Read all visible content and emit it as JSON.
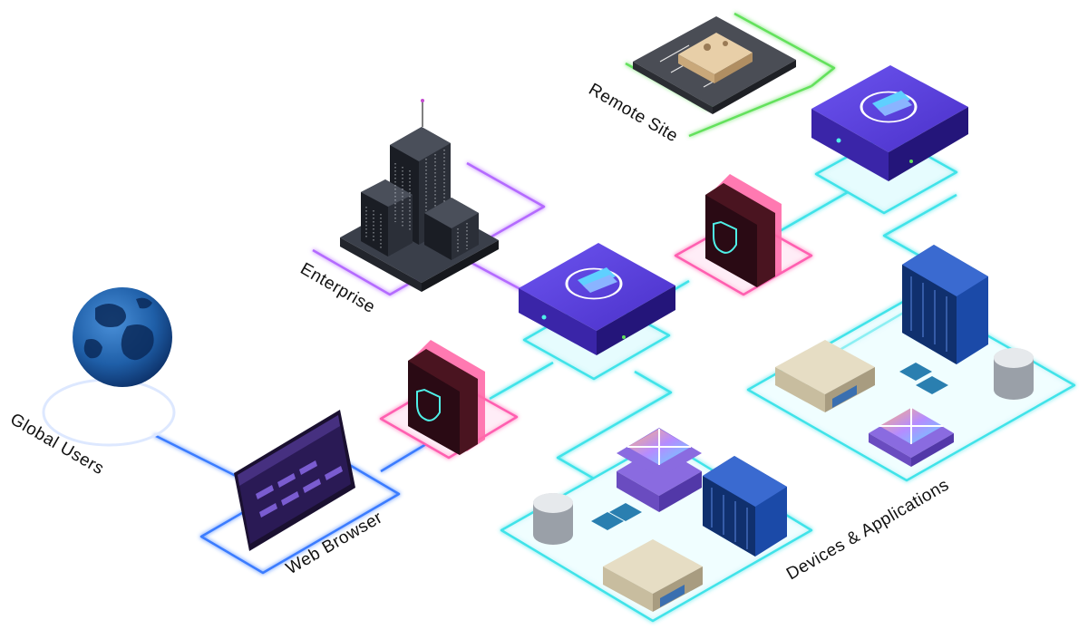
{
  "labels": {
    "global_users": "Global Users",
    "web_browser": "Web Browser",
    "enterprise": "Enterprise",
    "remote_site": "Remote Site",
    "devices_applications": "Devices & Applications"
  },
  "colors": {
    "link_blue": "#3b7cff",
    "link_cyan": "#3fe3e9",
    "link_purple": "#b46bff",
    "link_green": "#63e15c",
    "link_pink": "#ff5fb0",
    "appliance_top": "#5a40e0",
    "appliance_side": "#2a1a8a",
    "server_blue": "#1b4aa8"
  },
  "icons": [
    "globe-icon",
    "browser-window-icon",
    "firewall-shield-icon",
    "appliance-logo-icon",
    "building-icon",
    "server-rack-icon",
    "database-icon",
    "workstation-icon",
    "app-grid-icon",
    "chip-icon"
  ]
}
